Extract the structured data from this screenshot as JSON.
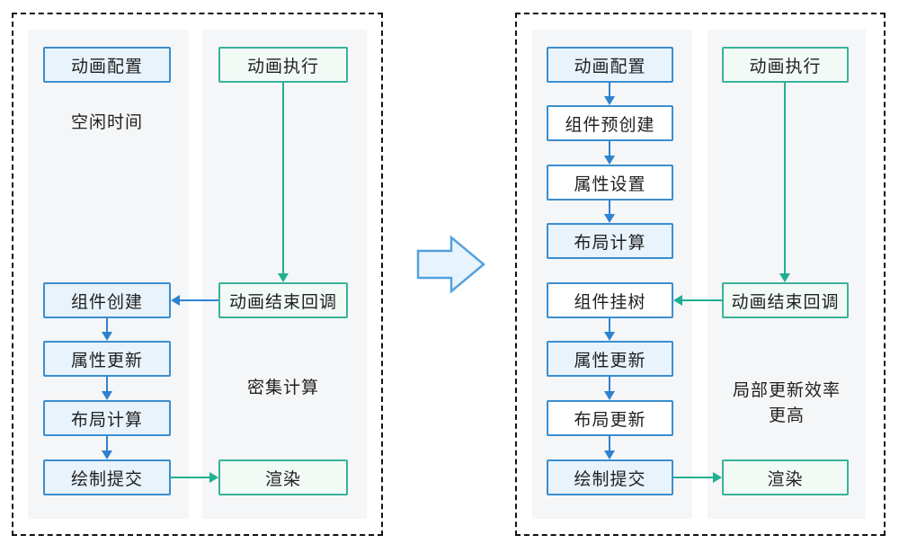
{
  "colors": {
    "c-blue-border": "#3a8ecf",
    "c-blue-fill": "#e9f3fb",
    "c-white-fill": "#ffffff",
    "c-green-border": "#38b29a",
    "c-green-fill": "#f2faf6",
    "c-arrow-blue": "#2e82d0",
    "c-arrow-green": "#1faf92",
    "c-lane-bg": "#f5f6f7",
    "c-dash": "#141414",
    "c-text": "#1f1f1f",
    "c-bigarrow-fill": "#e8f4fd",
    "c-bigarrow-border": "#53a1dd"
  },
  "left_panel": {
    "idle_time_label": "空闲时间",
    "dense_compute_label": "密集计算",
    "boxes": {
      "anim_config": "动画配置",
      "component_create": "组件创建",
      "attr_update": "属性更新",
      "layout_calc": "布局计算",
      "draw_commit": "绘制提交",
      "anim_exec": "动画执行",
      "anim_end_callback": "动画结束回调",
      "render": "渲染"
    }
  },
  "right_panel": {
    "note_label_line1": "局部更新效率",
    "note_label_line2": "更高",
    "boxes": {
      "anim_config": "动画配置",
      "component_precreate": "组件预创建",
      "attr_set": "属性设置",
      "layout_calc": "布局计算",
      "component_mount": "组件挂树",
      "attr_update": "属性更新",
      "layout_update": "布局更新",
      "draw_commit": "绘制提交",
      "anim_exec": "动画执行",
      "anim_end_callback": "动画结束回调",
      "render": "渲染"
    }
  }
}
